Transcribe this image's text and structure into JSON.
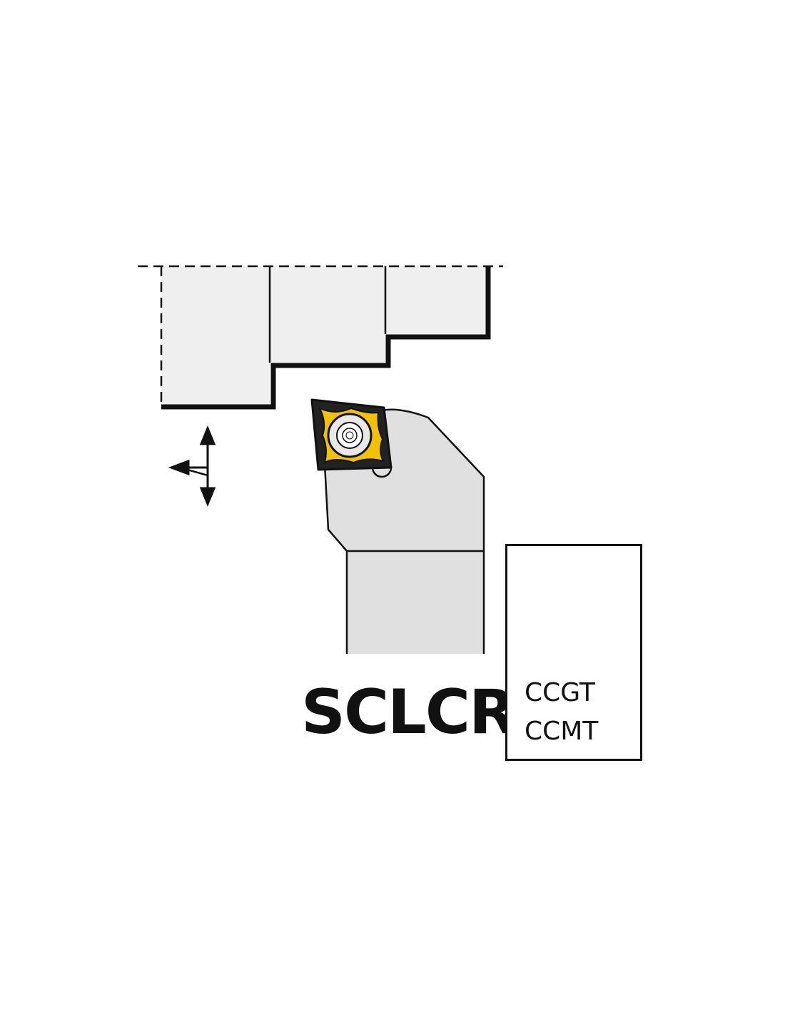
{
  "holder": {
    "code": "SCLCR"
  },
  "insert_types": [
    "CCGT",
    "CCMT"
  ],
  "icons": {
    "workpiece": "stepped-workpiece-icon",
    "feed_directions": "feed-direction-arrows-icon",
    "holder": "tool-holder-icon",
    "insert": "rhombic-insert-icon",
    "insert_photo": "insert-photo-icon"
  },
  "colors": {
    "workpiece_fill": "#efefef",
    "holder_fill": "#e0e0e0",
    "insert_yellow": "#f2c200",
    "insert_dark": "#222222",
    "insert_gold": "#b8892a",
    "outline": "#111111"
  }
}
